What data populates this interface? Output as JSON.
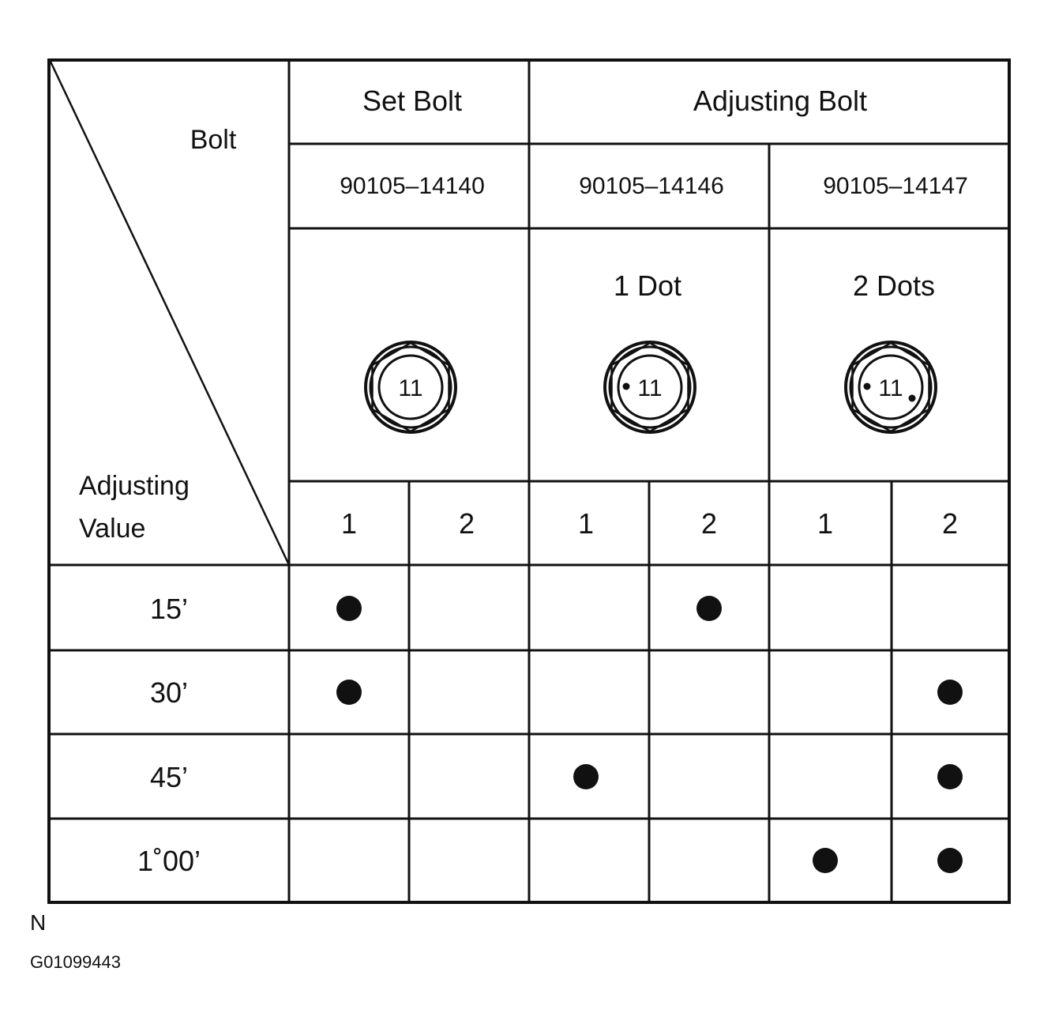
{
  "header": {
    "corner_top": "Bolt",
    "corner_bottom_line1": "Adjusting",
    "corner_bottom_line2": "Value",
    "group_set": "Set Bolt",
    "group_adjusting": "Adjusting Bolt"
  },
  "bolts": [
    {
      "part_number": "90105–14140",
      "mark_label": "",
      "head_number": "11",
      "dots": 0
    },
    {
      "part_number": "90105–14146",
      "mark_label": "1 Dot",
      "head_number": "11",
      "dots": 1
    },
    {
      "part_number": "90105–14147",
      "mark_label": "2 Dots",
      "head_number": "11",
      "dots": 2
    }
  ],
  "position_labels": [
    "1",
    "2",
    "1",
    "2",
    "1",
    "2"
  ],
  "rows": [
    {
      "value": "15’",
      "marks": [
        true,
        false,
        false,
        true,
        false,
        false
      ]
    },
    {
      "value": "30’",
      "marks": [
        true,
        false,
        false,
        false,
        false,
        true
      ]
    },
    {
      "value": "45’",
      "marks": [
        false,
        false,
        true,
        false,
        false,
        true
      ]
    },
    {
      "value": "1˚00’",
      "marks": [
        false,
        false,
        false,
        false,
        true,
        true
      ]
    }
  ],
  "footer": {
    "tag": "N",
    "figure_id": "G01099443"
  },
  "colors": {
    "ink": "#111111",
    "background": "#ffffff"
  }
}
